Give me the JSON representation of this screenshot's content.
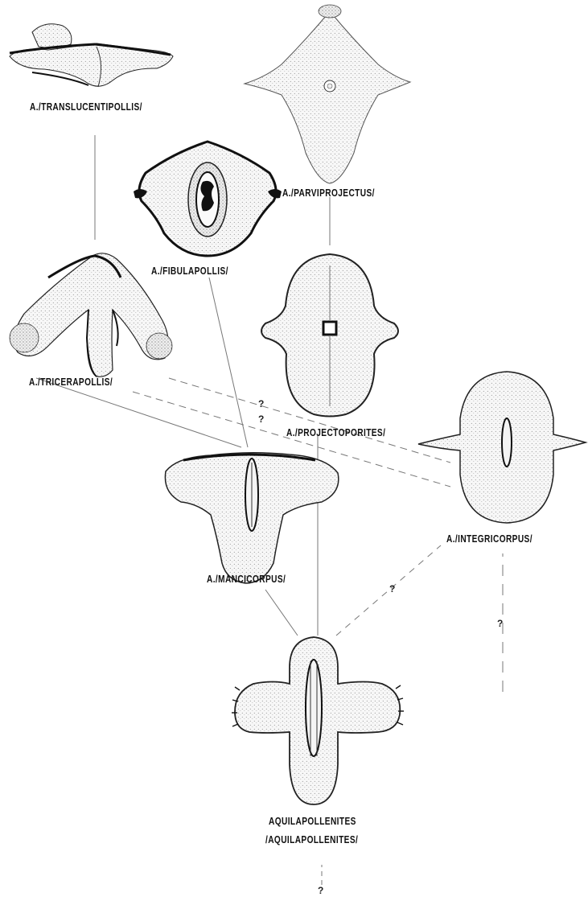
{
  "taxa": {
    "translucentipollis": "A./TRANSLUCENTIPOLLIS/",
    "parviprojectus": "A./PARVIPROJECTUS/",
    "fibulapollis": "A./FIBULAPOLLIS/",
    "tricerapollis": "A./TRICERAPOLLIS/",
    "projectoporites": "A./PROJECTOPORITES/",
    "integricorpus": "A./INTEGRICORPUS/",
    "mancicorpus": "A./MANCICORPUS/",
    "aquilapollenites_line1": "AQUILAPOLLENITES",
    "aquilapollenites_line2": "/AQUILAPOLLENITES/"
  },
  "uncertain_mark": "?",
  "colors": {
    "ink": "#111111",
    "stipple": "#9a9a9a",
    "fill": "#f6f6f6",
    "background": "#ffffff"
  }
}
